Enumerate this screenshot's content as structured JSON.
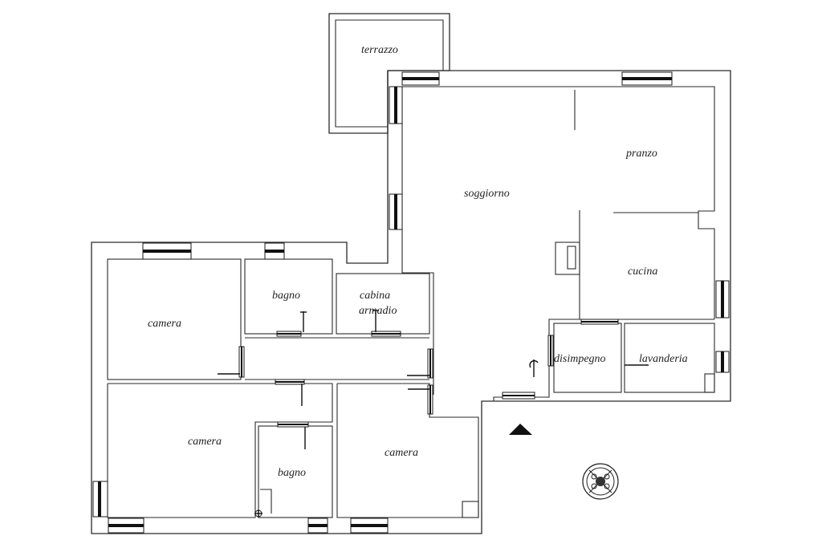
{
  "rooms": {
    "terrazzo": "terrazzo",
    "soggiorno": "soggiorno",
    "pranzo": "pranzo",
    "cucina": "cucina",
    "cabina_line1": "cabina",
    "cabina_line2": "armadio",
    "bagno_top": "bagno",
    "camera_top_left": "camera",
    "camera_bottom_left": "camera",
    "bagno_bottom": "bagno",
    "camera_bottom_right": "camera",
    "disimpegno": "disimpegno",
    "lavanderia": "lavanderia"
  },
  "symbols": {
    "entrance": "entrance-arrow-icon",
    "compass": "compass-rose-icon"
  },
  "colors": {
    "wall": "#2a2a2a",
    "window_bar": "#111111",
    "background": "#ffffff"
  }
}
